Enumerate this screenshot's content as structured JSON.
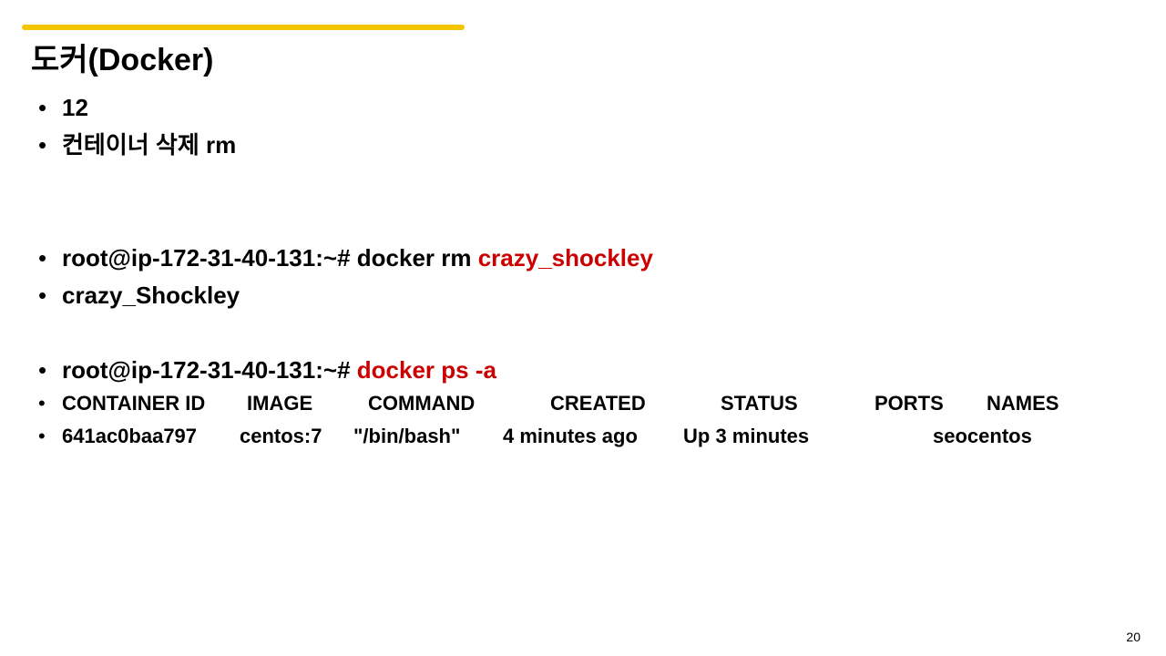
{
  "accent_color": "#f5c400",
  "highlight_color": "#cc0000",
  "title": "도커(Docker)",
  "bullets": {
    "b1": "12",
    "b2": "컨테이너 삭제 rm",
    "b3_prefix": "root@ip-172-31-40-131:~# docker rm ",
    "b3_highlight": "crazy_shockley",
    "b4": "crazy_Shockley",
    "b5_prefix": "root@ip-172-31-40-131:~# ",
    "b5_highlight": "docker ps -a"
  },
  "table": {
    "headers": [
      "CONTAINER ID",
      "IMAGE",
      "COMMAND",
      "CREATED",
      "STATUS",
      "PORTS",
      "NAMES"
    ],
    "row": [
      "641ac0baa797",
      "centos:7",
      "\"/bin/bash\"",
      "4 minutes ago",
      "Up 3 minutes",
      "",
      "seocentos"
    ]
  },
  "bullet_glyph": "•",
  "page_number": "20"
}
